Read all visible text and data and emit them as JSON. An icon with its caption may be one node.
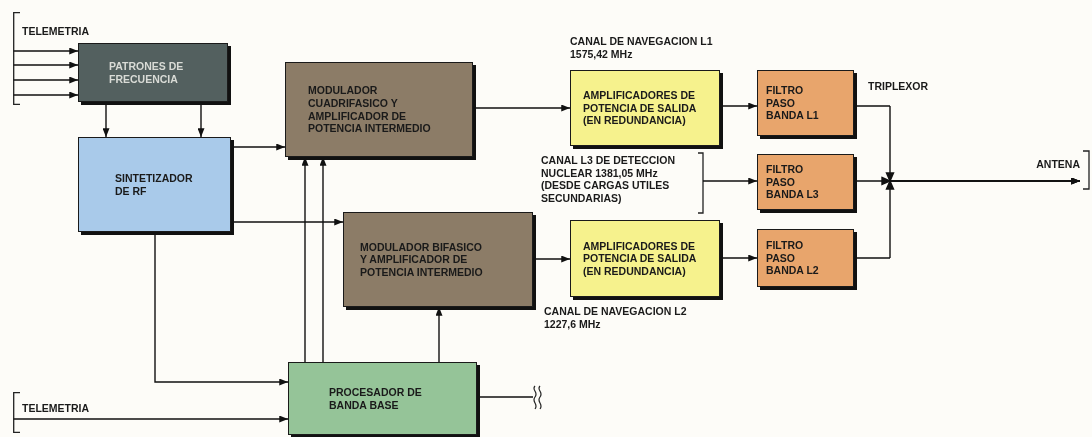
{
  "diagram": {
    "nodes": [
      {
        "text": [
          "PATRONES DE FRECUENCIA"
        ]
      },
      {
        "text": [
          "SINTETIZADOR DE RF"
        ]
      },
      {
        "text": [
          "MODULADOR CUADRIFASICO Y AMPLIFICADOR DE POTENCIA INTERMEDIO"
        ]
      },
      {
        "text": [
          "AMPLIFICADORES DE POTENCIA DE SALIDA (EN REDUNDANCIA)"
        ],
        "beside": [
          "CANAL DE NAVEGACION L1 1575,42 MHz"
        ]
      },
      {
        "text": [
          "FILTRO PASO BANDA L1"
        ]
      },
      {
        "text": [
          "CANAL L3 DE DETECCION NUCLEAR 1381,05 MHz (DESDE CARGAS UTILES SECUNDARIAS)"
        ]
      },
      {
        "text": [
          "FILTRO PASO BANDA L3"
        ]
      },
      {
        "text": [
          "MODULADOR BIFASICO Y AMPLIFICADOR DE POTENCIA INTERMEDIO"
        ]
      },
      {
        "text": [
          "AMPLIFICADORES DE POTENCIA DE SALIDA (EN REDUNDANCIA)"
        ],
        "beside": [
          "CANAL DE NAVEGACION L2 1227,6 MHz"
        ]
      },
      {
        "text": [
          "FILTRO PASO BANDA L2"
        ]
      },
      {
        "text": [
          "ANTENA"
        ]
      },
      {
        "text": [
          "PROCESADOR DE BANDA BASE"
        ]
      },
      {
        "text": [
          "TELEMETRIA"
        ]
      },
      {
        "text": [
          "TELEMETRIA"
        ]
      }
    ],
    "edges": [
      {
        "from": 12,
        "to": 0,
        "arrow": "to"
      },
      {
        "from": 12,
        "to": 0,
        "arrow": "to"
      },
      {
        "from": 12,
        "to": 0,
        "arrow": "to"
      },
      {
        "from": 12,
        "to": 0,
        "arrow": "to"
      },
      {
        "from": 0,
        "to": 1,
        "arrow": "to"
      },
      {
        "from": 0,
        "to": 1,
        "arrow": "to"
      },
      {
        "from": 1,
        "to": 2,
        "arrow": "to"
      },
      {
        "from": 1,
        "to": 7,
        "arrow": "to"
      },
      {
        "from": 1,
        "to": 11,
        "arrow": "to"
      },
      {
        "from": 11,
        "to": 2,
        "arrow": "to"
      },
      {
        "from": 11,
        "to": 2,
        "arrow": "to"
      },
      {
        "from": 11,
        "to": 7,
        "arrow": "to"
      },
      {
        "from": 13,
        "to": 11,
        "arrow": "to"
      },
      {
        "from": 11,
        "to": null,
        "arrow": "none"
      },
      {
        "from": 2,
        "to": 3,
        "arrow": "to"
      },
      {
        "from": 3,
        "to": 4,
        "arrow": "to"
      },
      {
        "from": 5,
        "to": 6,
        "arrow": "to"
      },
      {
        "from": 7,
        "to": 8,
        "arrow": "to"
      },
      {
        "from": 8,
        "to": 9,
        "arrow": "to"
      },
      {
        "from": 4,
        "to": 10,
        "arrow": "to"
      },
      {
        "from": 6,
        "to": 10,
        "arrow": "to"
      },
      {
        "from": 9,
        "to": 10,
        "arrow": "to"
      }
    ],
    "labels": [
      "TRIPLEXOR"
    ]
  }
}
